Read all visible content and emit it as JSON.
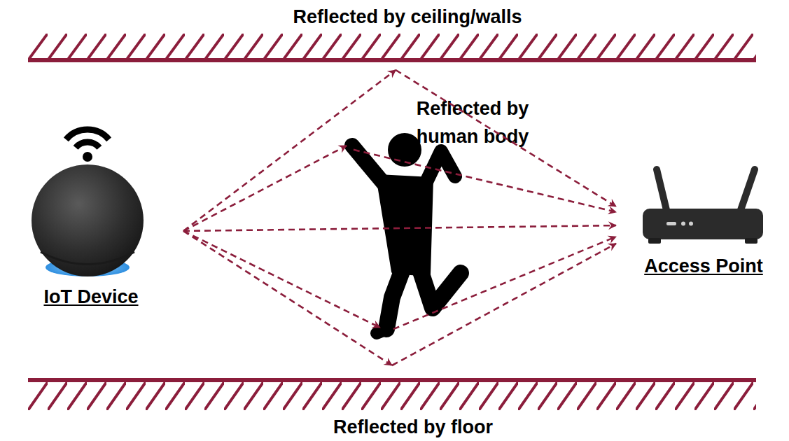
{
  "diagram": {
    "nodes": [
      {
        "text": [
          "Reflected by ceiling/walls"
        ]
      },
      {
        "text": [
          "IoT Device"
        ]
      },
      {
        "text": [
          "Reflected by human body"
        ]
      },
      {
        "text": [
          "Access Point"
        ]
      },
      {
        "text": [
          "Reflected by floor"
        ]
      }
    ],
    "edges": [
      {
        "from": 1,
        "to": 3,
        "arrow": "to"
      },
      {
        "from": 1,
        "to": 0,
        "arrow": "to"
      },
      {
        "from": 0,
        "to": 3,
        "arrow": "to"
      },
      {
        "from": 1,
        "to": 2,
        "arrow": "to"
      },
      {
        "from": 2,
        "to": 3,
        "arrow": "to"
      },
      {
        "from": 1,
        "to": 2,
        "arrow": "to"
      },
      {
        "from": 2,
        "to": 3,
        "arrow": "to"
      },
      {
        "from": 1,
        "to": 4,
        "arrow": "to"
      },
      {
        "from": 4,
        "to": 3,
        "arrow": "to"
      }
    ]
  }
}
